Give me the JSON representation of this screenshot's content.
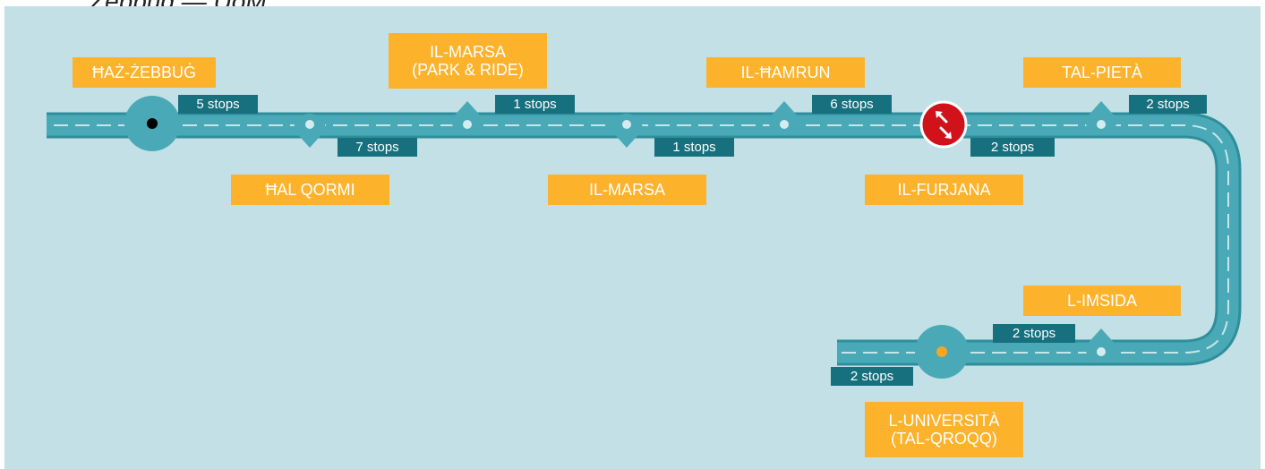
{
  "header": {
    "text": "Żebbuġ — UoM"
  },
  "stations": [
    {
      "id": "hazebbug",
      "label": "ĦAŻ-ŻEBBUĠ"
    },
    {
      "id": "halqormi",
      "label": "ĦAL QORMI"
    },
    {
      "id": "ilmarsa_pr",
      "label": "IL-MARSA\n(PARK & RIDE)"
    },
    {
      "id": "ilmarsa",
      "label": "IL-MARSA"
    },
    {
      "id": "ilhamrun",
      "label": "IL-ĦAMRUN"
    },
    {
      "id": "ilfurjana",
      "label": "IL-FURJANA"
    },
    {
      "id": "talpieta",
      "label": "TAL-PIETÀ"
    },
    {
      "id": "limsida",
      "label": "L-IMSIDA"
    },
    {
      "id": "luniversita",
      "label": "L-UNIVERSITÀ\n(TAL-QROQQ)"
    }
  ],
  "segments": [
    {
      "label": "5 stops"
    },
    {
      "label": "7 stops"
    },
    {
      "label": "1 stops"
    },
    {
      "label": "1 stops"
    },
    {
      "label": "6 stops"
    },
    {
      "label": "2 stops"
    },
    {
      "label": "2 stops"
    },
    {
      "label": "2 stops"
    },
    {
      "label": "2 stops"
    }
  ],
  "colors": {
    "background": "#c2e0e5",
    "track": "#4aa9b6",
    "track_edge": "#2f8e9b",
    "station_label": "#fdb22b",
    "stops_badge": "#17707e",
    "interchange": "#d0121b",
    "start_marker": "#000000",
    "end_marker": "#f6a623"
  },
  "icons": {
    "interchange": "transfer-arrows-icon"
  }
}
